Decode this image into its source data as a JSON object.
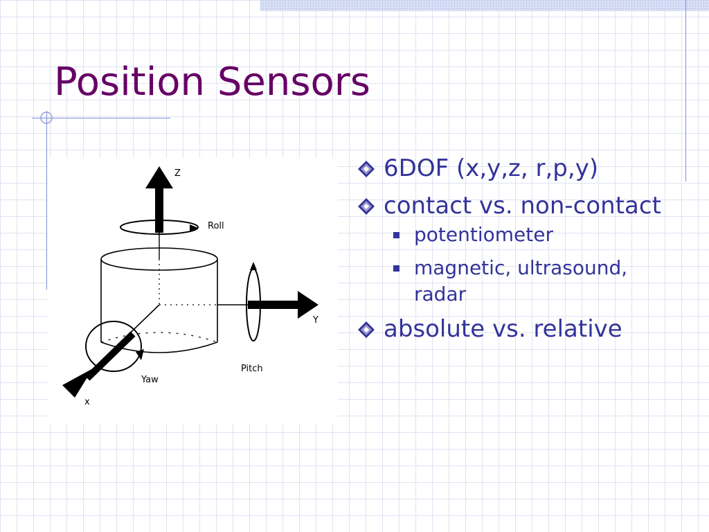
{
  "slide": {
    "title": "Position Sensors"
  },
  "figure": {
    "labels": {
      "z": "Z",
      "roll": "Roll",
      "y": "Y",
      "pitch": "Pitch",
      "yaw": "Yaw",
      "x": "x"
    }
  },
  "bullets": [
    {
      "level": 1,
      "text": "6DOF (x,y,z,  r,p,y)"
    },
    {
      "level": 1,
      "text": "contact vs. non-contact"
    },
    {
      "level": 2,
      "text": "potentiometer"
    },
    {
      "level": 2,
      "text": "magnetic, ultrasound, radar"
    },
    {
      "level": 1,
      "text": "absolute vs. relative"
    }
  ],
  "colors": {
    "title": "#660066",
    "body_text": "#333399",
    "accent_lines": "#7f8fd6",
    "grid": "#dfe3f3"
  },
  "icons": {
    "level1_marker": "diamond-bullet-icon",
    "level2_marker": "square-bullet-icon"
  }
}
